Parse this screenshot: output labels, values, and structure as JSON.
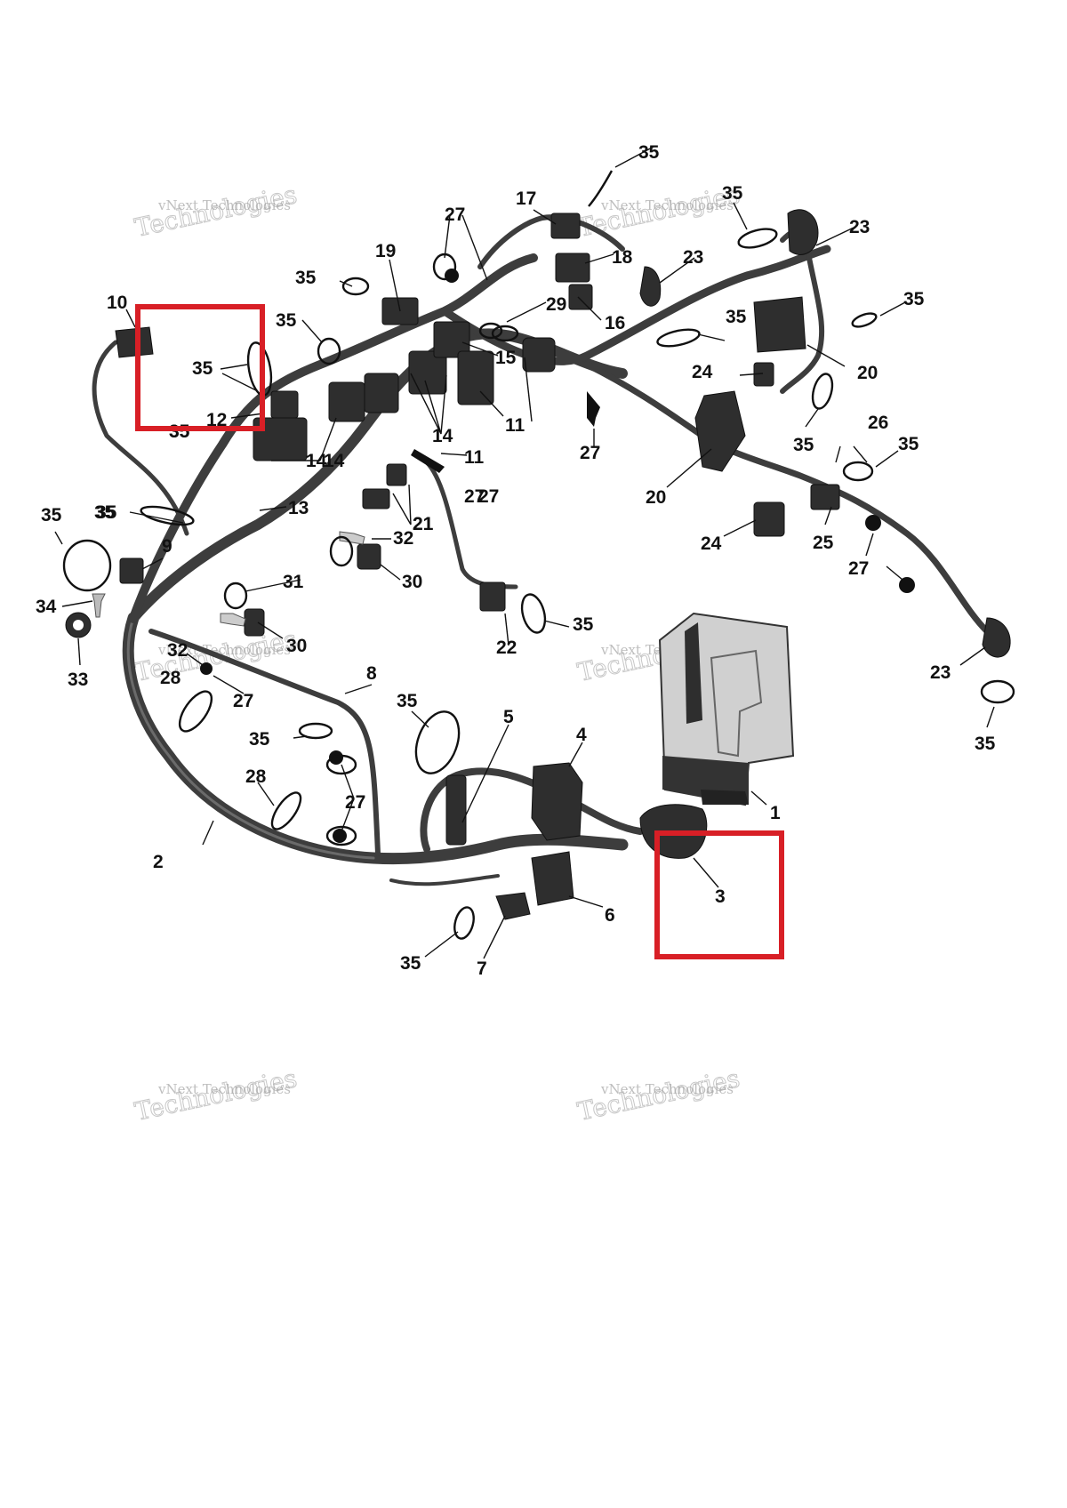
{
  "diagram": {
    "callouts": [
      "1",
      "2",
      "3",
      "4",
      "5",
      "6",
      "7",
      "8",
      "9",
      "10",
      "11",
      "11",
      "12",
      "13",
      "14",
      "14",
      "14",
      "15",
      "16",
      "17",
      "18",
      "19",
      "20",
      "20",
      "21",
      "21",
      "22",
      "23",
      "23",
      "23",
      "24",
      "24",
      "25",
      "26",
      "27",
      "27",
      "27",
      "27",
      "27",
      "27",
      "27",
      "28",
      "28",
      "29",
      "30",
      "30",
      "31",
      "32",
      "32",
      "33",
      "34",
      "35",
      "35",
      "35",
      "35",
      "35",
      "35",
      "35",
      "35",
      "35",
      "35",
      "35",
      "35",
      "35",
      "35",
      "35",
      "35",
      "35",
      "35",
      "35"
    ],
    "watermark": {
      "line1": "vNext Technologies",
      "line2": "Technologies"
    },
    "highlight_color": "#d81f26",
    "harness_color": "#3d3d3d"
  }
}
